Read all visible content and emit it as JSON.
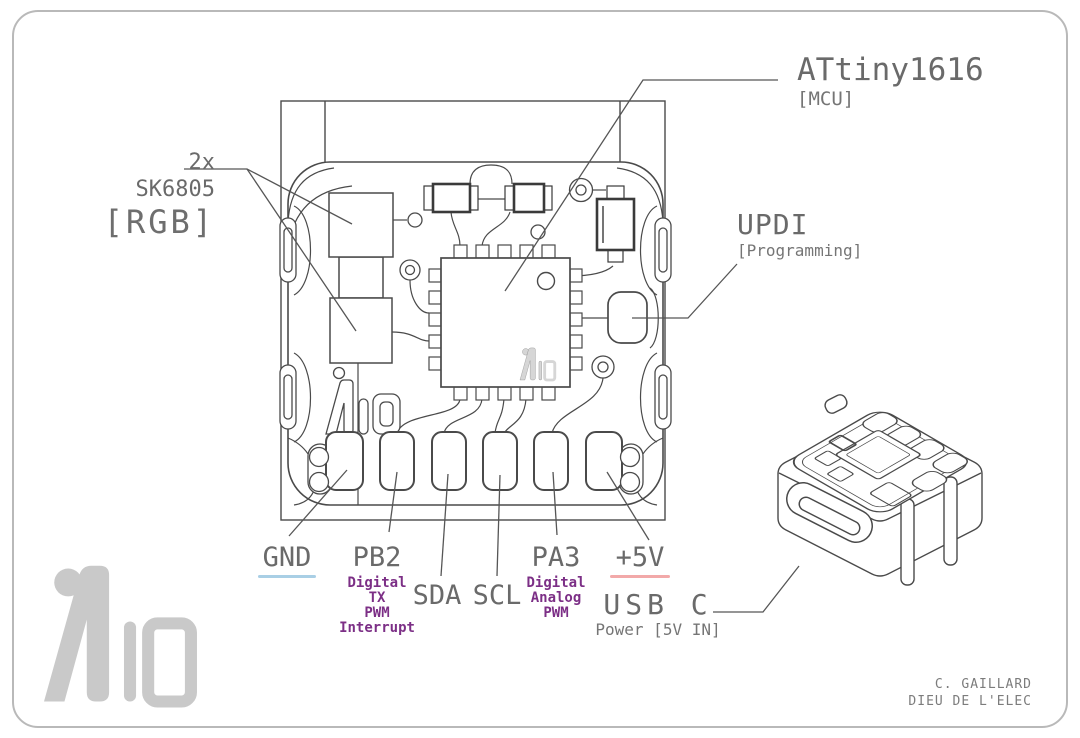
{
  "figure": {
    "rgb_label": {
      "qty": "2x",
      "part": "SK6805",
      "tag": "[RGB]"
    },
    "mcu_label": {
      "part": "ATtiny1616",
      "tag": "[MCU]"
    },
    "updi_label": {
      "part": "UPDI",
      "tag": "[Programming]"
    },
    "usb_label": {
      "part": "USB C",
      "tag": "Power [5V IN]"
    },
    "pins": [
      {
        "name": "GND",
        "functions": []
      },
      {
        "name": "PB2",
        "functions": [
          "Digital",
          "TX",
          "PWM",
          "Interrupt"
        ]
      },
      {
        "name": "SDA",
        "functions": []
      },
      {
        "name": "SCL",
        "functions": []
      },
      {
        "name": "PA3",
        "functions": [
          "Digital",
          "Analog",
          "PWM"
        ]
      },
      {
        "name": "+5V",
        "functions": []
      }
    ],
    "credit": [
      "C. GAILLARD",
      "DIEU DE L'ELEC"
    ],
    "colors": {
      "line_art": "#4a4a4a",
      "label_gray": "#6a6a6a",
      "function_purple": "#7c2f86",
      "gnd_underline_blue": "#a9cfe5",
      "plus5v_underline_red": "#f2a9a9",
      "logo_gray": "#c9c9c9"
    }
  }
}
